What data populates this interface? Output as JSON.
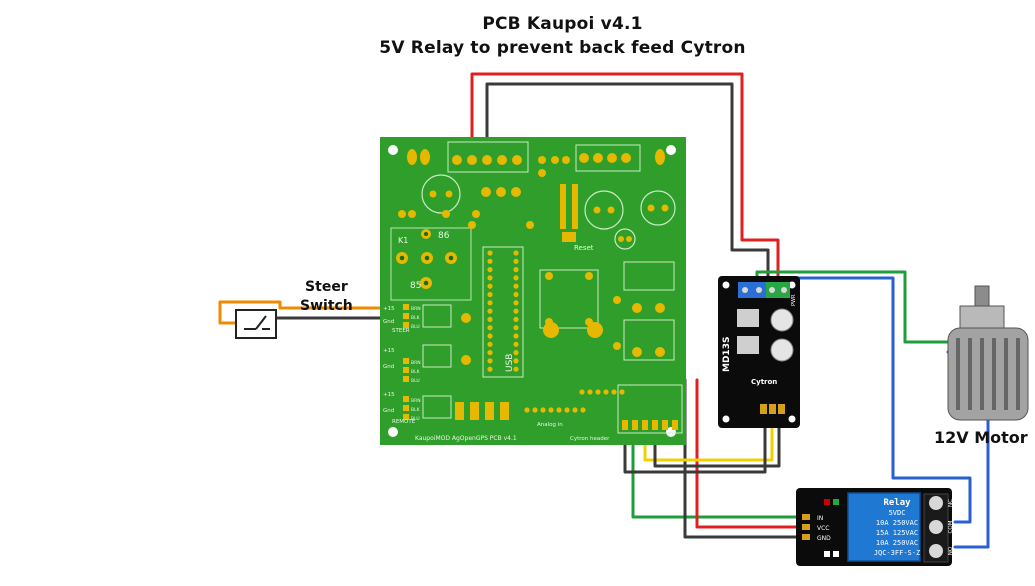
{
  "title": {
    "line1": "PCB Kaupoi v4.1",
    "line2": "5V Relay to prevent back feed Cytron"
  },
  "steer_switch": {
    "line1": "Steer",
    "line2": "Switch"
  },
  "motor": {
    "label": "12V Motor"
  },
  "pcb": {
    "footer": "KaupoiMOD AgOpenGPS PCB v4.1",
    "remote": "REMOTE",
    "steer": "STEER",
    "input_labels": [
      "+15",
      "Gnd",
      "+15",
      "Gnd",
      "+15",
      "Gnd"
    ],
    "pin_labels_block1": [
      "BRN",
      "BLK",
      "BLU"
    ],
    "pin_labels_block2": [
      "BRN",
      "BLK",
      "BLU"
    ],
    "pin_labels_block3": [
      "BRN",
      "BLK",
      "BLU"
    ],
    "usb": "USB",
    "reset": "Reset",
    "k1": "K1",
    "relay_pin_86": "86",
    "relay_pin_85": "85",
    "analog_in": "Analog in",
    "cytron_header": "Cytron header"
  },
  "cytron": {
    "model": "MD13S",
    "brand": "Cytron",
    "pwr": "PWR"
  },
  "relay": {
    "title": "Relay",
    "specs": [
      "5VDC",
      "10A 250VAC",
      "15A 125VAC",
      "10A 250VAC",
      "JQC-3FF-S-Z"
    ],
    "pins_left": [
      "IN",
      "VCC",
      "GND"
    ],
    "pins_right": [
      "NC",
      "COM",
      "NO"
    ]
  },
  "colors": {
    "pcb": "#2f9e2a",
    "pcb_dark": "#1e7a1e",
    "pad": "#e6b800",
    "wire_red": "#e02020",
    "wire_black": "#3a3a3a",
    "wire_green": "#1f9d3a",
    "wire_blue": "#2a5fd1",
    "wire_yellow": "#f0d000",
    "wire_orange": "#f08a00",
    "relay_blue": "#1f78d1"
  }
}
